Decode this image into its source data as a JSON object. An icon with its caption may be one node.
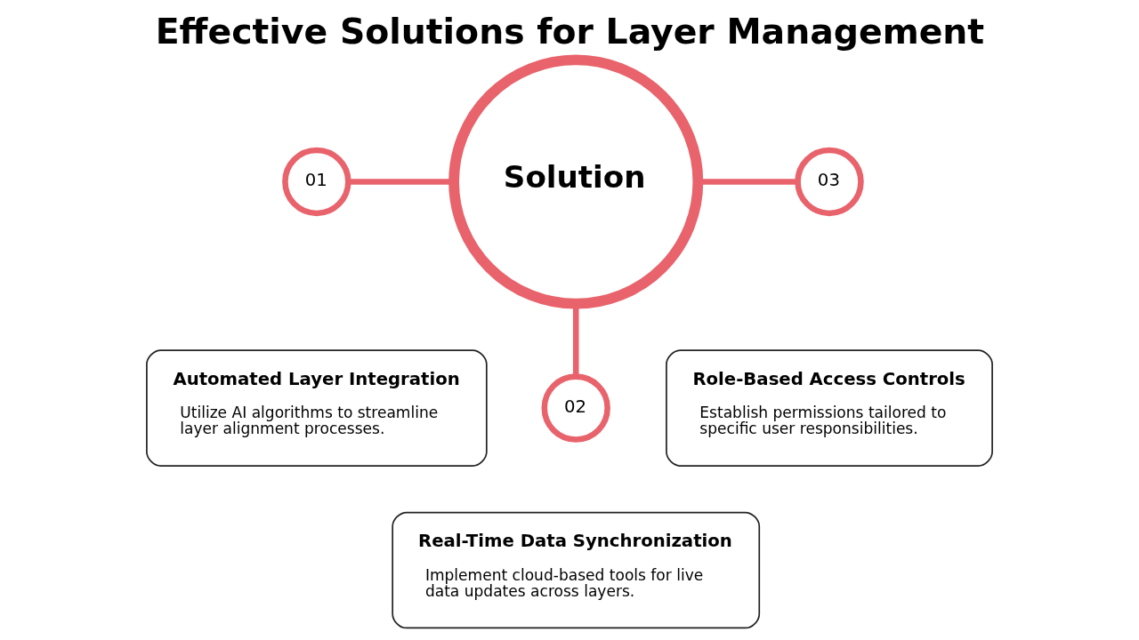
{
  "diagram": {
    "title": "Effective Solutions for Layer Management",
    "nodes": [
      {
        "text": [
          "Solution"
        ]
      },
      {
        "text": [
          "01"
        ]
      },
      {
        "text": [
          "Automated Layer Integration",
          "Utilize AI algorithms to streamline layer alignment processes."
        ]
      },
      {
        "text": [
          "02"
        ]
      },
      {
        "text": [
          "Real-Time Data Synchronization",
          "Implement cloud-based tools for live data updates across layers."
        ]
      },
      {
        "text": [
          "03"
        ]
      },
      {
        "text": [
          "Role-Based Access Controls",
          "Establish permissions tailored to specific user responsibilities."
        ]
      }
    ],
    "edges": [
      {
        "from": 1,
        "to": 0,
        "arrow": "none"
      },
      {
        "from": 0,
        "to": 3,
        "arrow": "none"
      },
      {
        "from": 0,
        "to": 5,
        "arrow": "none"
      }
    ]
  }
}
